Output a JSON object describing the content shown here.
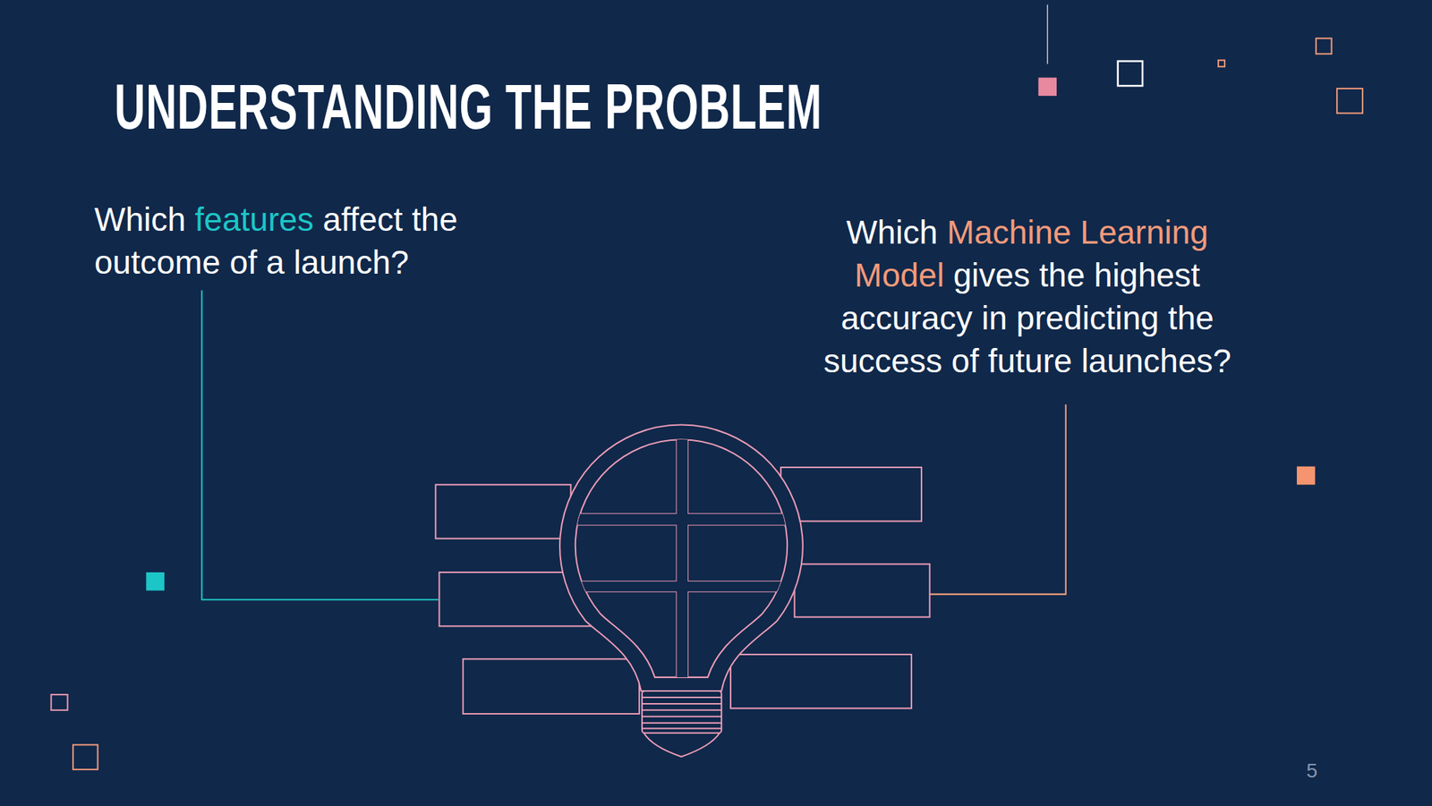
{
  "diagram": {
    "title": "UNDERSTANDING THE PROBLEM",
    "labels": [
      "Which",
      "features",
      "affect the outcome of a launch?",
      "Which",
      "Machine Learning Model",
      "gives the highest accuracy in predicting the success of future launches?",
      "5"
    ]
  }
}
